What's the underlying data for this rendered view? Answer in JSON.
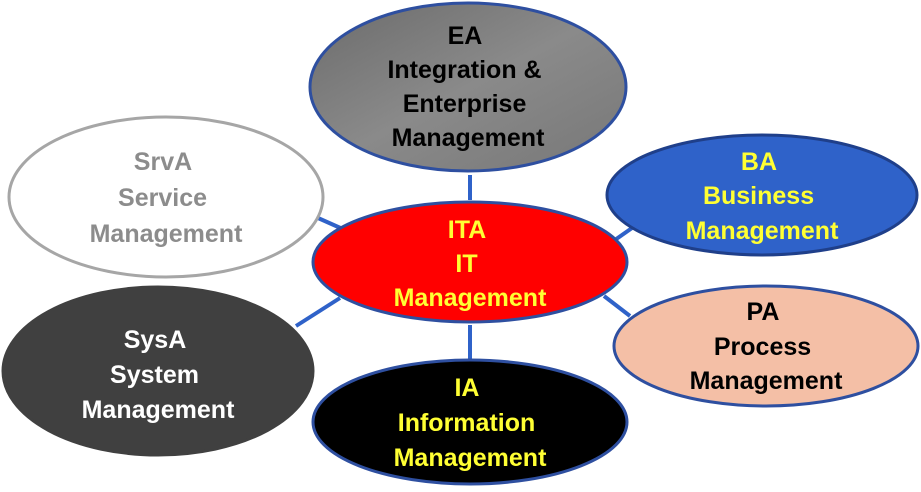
{
  "diagram": {
    "center": {
      "lines": [
        "ITA",
        "IT",
        "Management"
      ],
      "fill": "#ff0000",
      "stroke": "#2e4fa0",
      "text_color": "#ffff33"
    },
    "nodes": [
      {
        "id": "ea",
        "lines": [
          "EA",
          "Integration &",
          "Enterprise",
          "Management"
        ],
        "fill": "#808080",
        "stroke": "#2e4fa0",
        "text_color": "#000000"
      },
      {
        "id": "srva",
        "lines": [
          "SrvA",
          "Service",
          "Management"
        ],
        "fill": "#ffffff",
        "stroke": "#a6a6a6",
        "text_color": "#8c8c8c"
      },
      {
        "id": "ba",
        "lines": [
          "BA",
          "Business",
          "Management"
        ],
        "fill": "#2f62c9",
        "stroke": "#1f3f8a",
        "text_color": "#ffff33"
      },
      {
        "id": "sysa",
        "lines": [
          "SysA",
          "System",
          "Management"
        ],
        "fill": "#404040",
        "stroke": "#404040",
        "text_color": "#ffffff"
      },
      {
        "id": "pa",
        "lines": [
          "PA",
          "Process",
          "Management"
        ],
        "fill": "#f4bfa6",
        "stroke": "#2e4fa0",
        "text_color": "#000000"
      },
      {
        "id": "ia",
        "lines": [
          "IA",
          "Information",
          "Management"
        ],
        "fill": "#000000",
        "stroke": "#2e4fa0",
        "text_color": "#ffff33"
      }
    ],
    "connector_color": "#2f62c9"
  }
}
